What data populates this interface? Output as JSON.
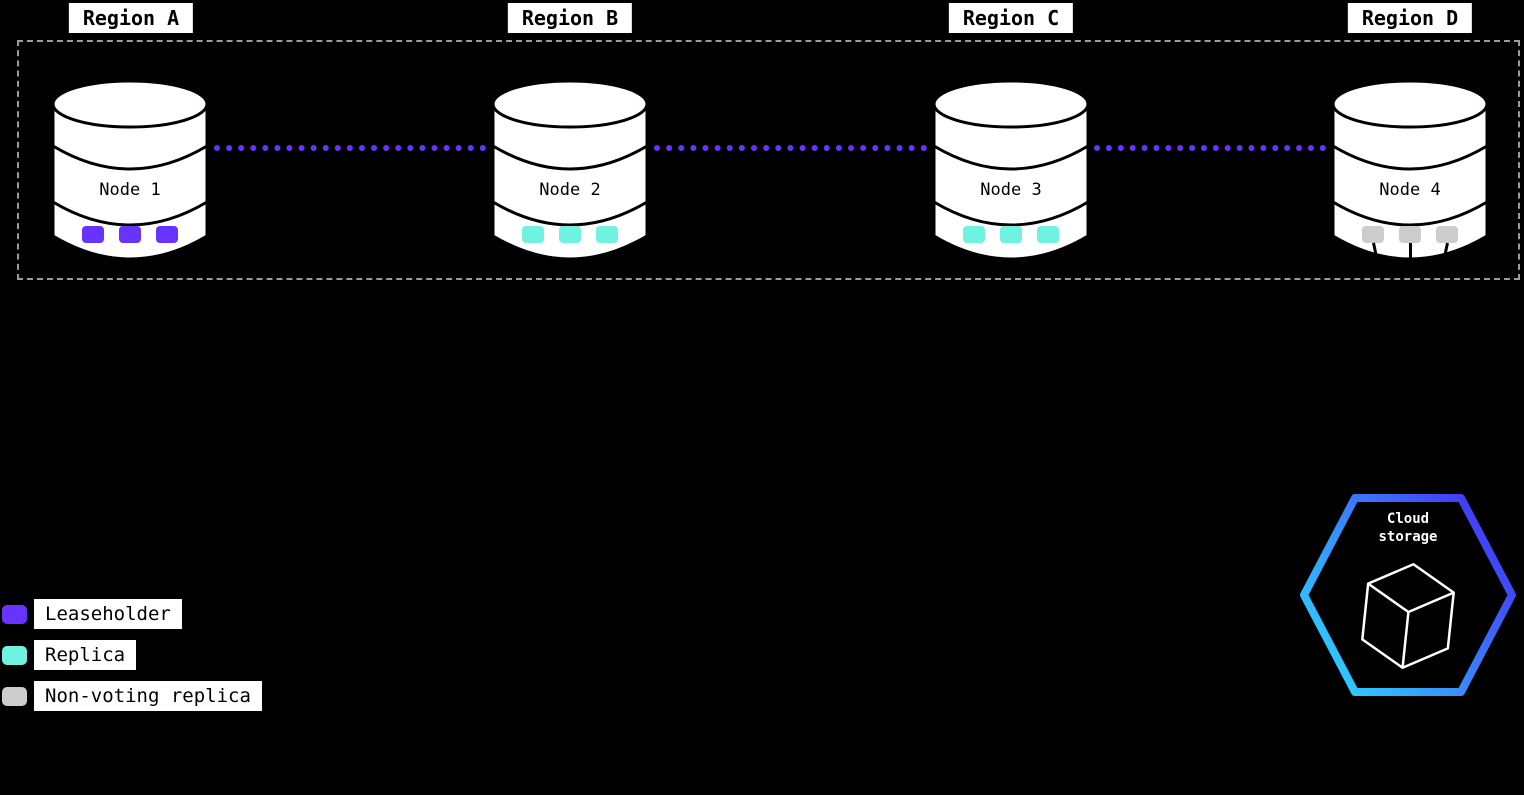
{
  "diagram": {
    "nodes": [
      {
        "region_label": "Region A",
        "node_label": "Node 1",
        "replica_type": "Leaseholder"
      },
      {
        "region_label": "Region B",
        "node_label": "Node 2",
        "replica_type": "Replica"
      },
      {
        "region_label": "Region C",
        "node_label": "Node 3",
        "replica_type": "Replica"
      },
      {
        "region_label": "Region D",
        "node_label": "Node 4",
        "replica_type": "Non-voting replica"
      }
    ],
    "connector_color": "#6933FF"
  },
  "legend": {
    "items": [
      {
        "label": "Leaseholder",
        "color": "#6933FF"
      },
      {
        "label": "Replica",
        "color": "#6FF2E2"
      },
      {
        "label": "Non-voting replica",
        "color": "#CCCCCC"
      }
    ]
  },
  "cloud_storage": {
    "line1": "Cloud",
    "line2": "storage",
    "gradient_start": "#2ED5FF",
    "gradient_end": "#4430F5"
  }
}
